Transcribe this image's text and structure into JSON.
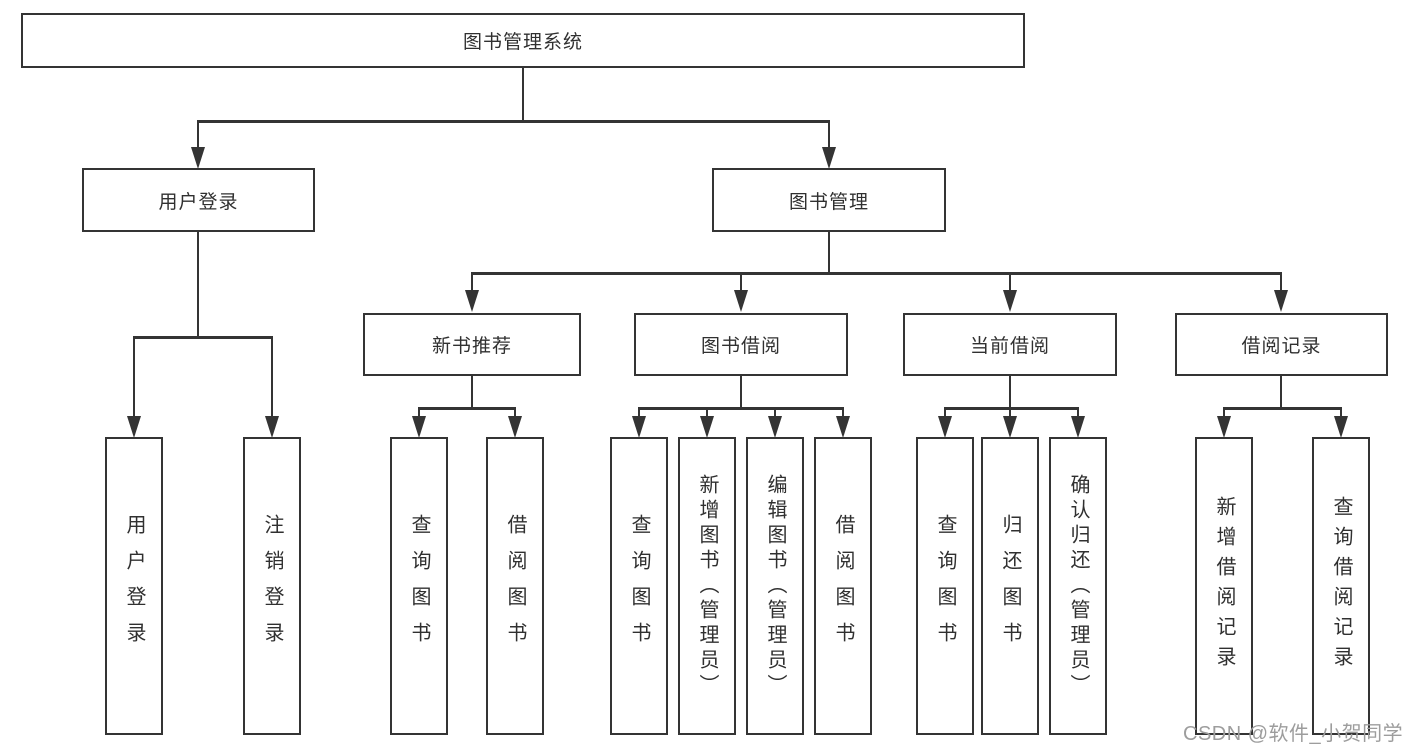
{
  "diagram": {
    "root": {
      "label": "图书管理系统"
    },
    "level2": [
      {
        "label": "用户登录"
      },
      {
        "label": "图书管理"
      }
    ],
    "level3": [
      {
        "label": "新书推荐"
      },
      {
        "label": "图书借阅"
      },
      {
        "label": "当前借阅"
      },
      {
        "label": "借阅记录"
      }
    ],
    "leaves": {
      "login": [
        "用户登录",
        "注销登录"
      ],
      "newbook": [
        "查询图书",
        "借阅图书"
      ],
      "borrow": [
        "查询图书",
        "新增图书（管理员）",
        "编辑图书（管理员）",
        "借阅图书"
      ],
      "current": [
        "查询图书",
        "归还图书",
        "确认归还（管理员）"
      ],
      "records": [
        "新增借阅记录",
        "查询借阅记录"
      ]
    }
  },
  "watermark": {
    "text": "CSDN @软件_小贺同学"
  },
  "colors": {
    "line": "#343434",
    "text": "#303030",
    "watermark": "#9d9d9d",
    "background": "#ffffff"
  }
}
